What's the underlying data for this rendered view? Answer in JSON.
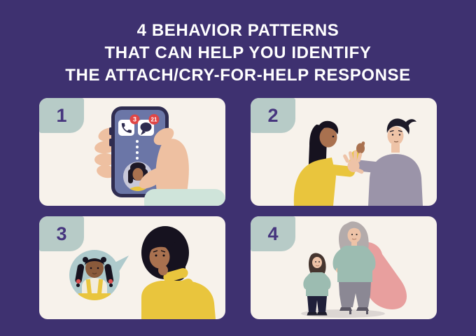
{
  "title": {
    "lines": [
      "4 BEHAVIOR PATTERNS",
      "THAT CAN HELP YOU IDENTIFY",
      "THE ATTACH/CRY-FOR-HELP RESPONSE"
    ]
  },
  "panels": [
    {
      "number": "1",
      "scene": "hand holding phone with notification icons, dotted line to contact avatar",
      "badges": [
        {
          "icon": "missed-call-icon",
          "count": "3"
        },
        {
          "icon": "message-icon",
          "count": "21"
        }
      ]
    },
    {
      "number": "2",
      "scene": "woman in yellow reaching out, man holding up stop palm"
    },
    {
      "number": "3",
      "scene": "worried woman biting nail, speech bubble with girl in braids"
    },
    {
      "number": "4",
      "scene": "girl with hands on hips beside caped hero woman"
    }
  ],
  "colors": {
    "background": "#3e3170",
    "panel": "#f7f2eb",
    "number_tab": "#b7cbc7",
    "number_text": "#46357e",
    "title_text": "#ffffff",
    "notification_red": "#e04646",
    "accent_yellow": "#e9c53d",
    "phone_screen": "#6b76a7",
    "cape_pink": "#e89f9e",
    "sleeve_mint": "#cfe4da",
    "bubble_teal": "#aecacc"
  }
}
